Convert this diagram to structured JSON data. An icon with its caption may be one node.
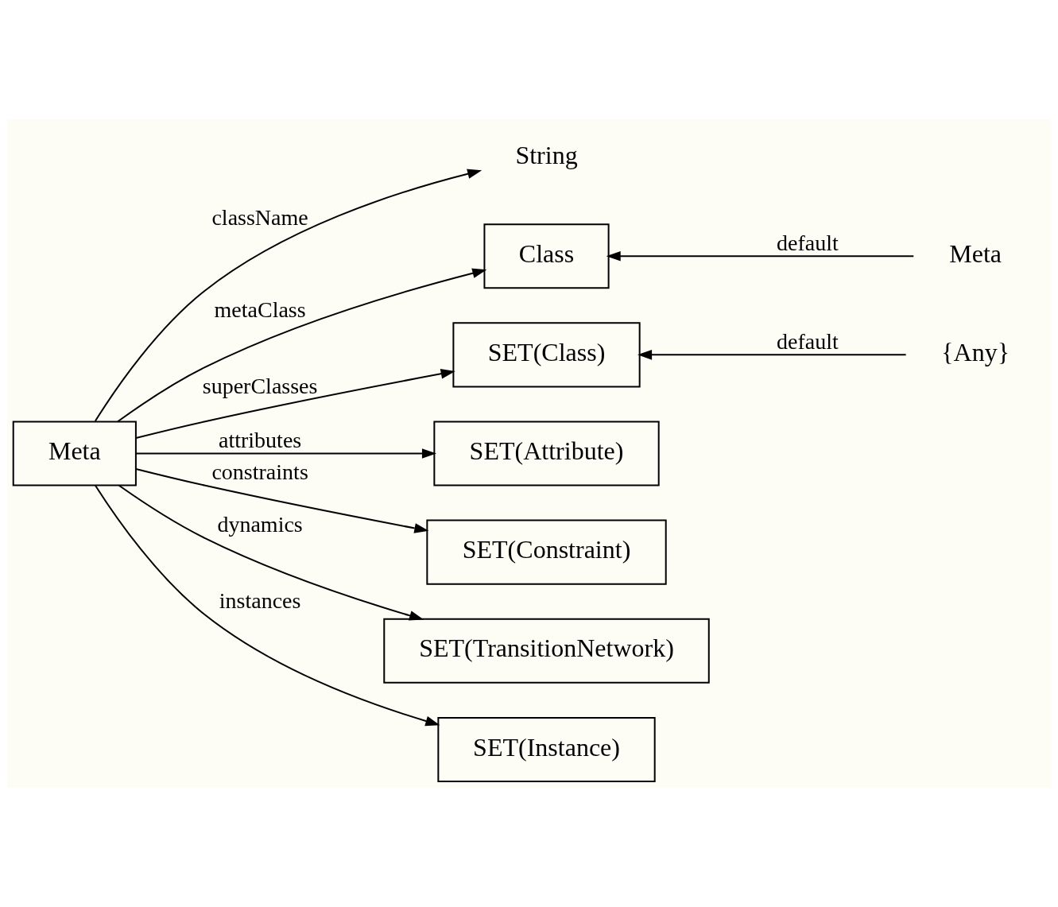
{
  "diagram": {
    "nodes": [
      {
        "text": [
          "Meta"
        ]
      },
      {
        "text": [
          "String"
        ]
      },
      {
        "text": [
          "Class"
        ]
      },
      {
        "text": [
          "SET(Class)"
        ]
      },
      {
        "text": [
          "SET(Attribute)"
        ]
      },
      {
        "text": [
          "SET(Constraint)"
        ]
      },
      {
        "text": [
          "SET(TransitionNetwork)"
        ]
      },
      {
        "text": [
          "SET(Instance)"
        ]
      },
      {
        "text": [
          "Meta"
        ]
      },
      {
        "text": [
          "{Any}"
        ]
      }
    ],
    "edges": [
      {
        "from": 0,
        "to": 1,
        "arrow": "to",
        "label": "className"
      },
      {
        "from": 0,
        "to": 2,
        "arrow": "to",
        "label": "metaClass"
      },
      {
        "from": 0,
        "to": 3,
        "arrow": "to",
        "label": "superClasses"
      },
      {
        "from": 0,
        "to": 4,
        "arrow": "to",
        "label": "attributes"
      },
      {
        "from": 0,
        "to": 5,
        "arrow": "to",
        "label": "constraints"
      },
      {
        "from": 0,
        "to": 6,
        "arrow": "to",
        "label": "dynamics"
      },
      {
        "from": 0,
        "to": 7,
        "arrow": "to",
        "label": "instances"
      },
      {
        "from": 8,
        "to": 2,
        "arrow": "to",
        "label": "default"
      },
      {
        "from": 9,
        "to": 3,
        "arrow": "to",
        "label": "default"
      }
    ]
  }
}
